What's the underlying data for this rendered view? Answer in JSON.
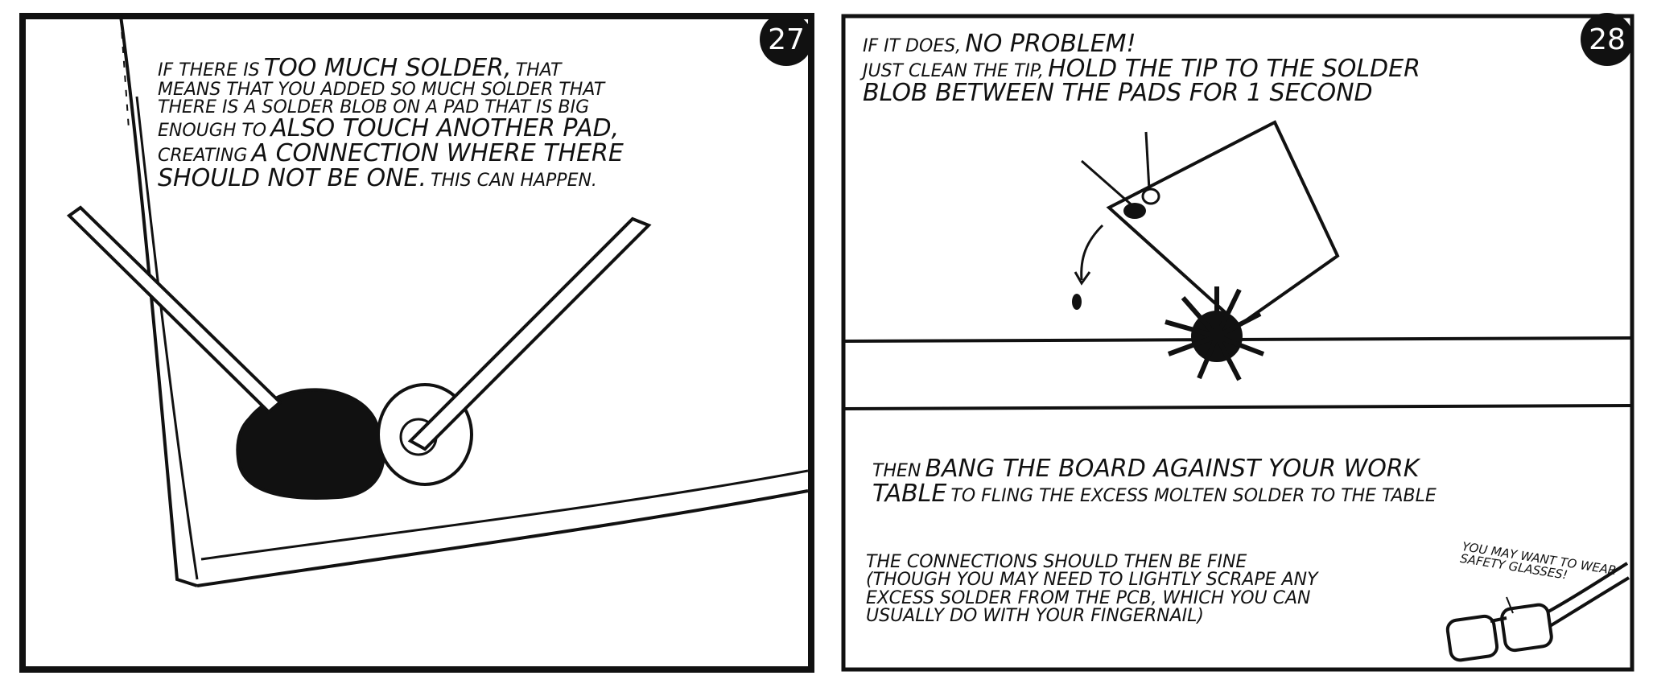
{
  "panels": [
    {
      "number": "27",
      "caption": {
        "l1_small": "If there is",
        "l1_big": "too much solder,",
        "l1_small2": "that",
        "l2": "means that you added so much solder that",
        "l3": "there is a solder blob on a pad that is big",
        "l4_small": "enough to",
        "l4_big": "also touch another pad,",
        "l5_small": "creating",
        "l5_big": "a connection where there",
        "l6_big": "should not be one.",
        "l6_small": "This can happen."
      }
    },
    {
      "number": "28",
      "caption_top": {
        "l1_small": "If it does,",
        "l1_big": "no problem!",
        "l2_small": "Just clean the tip,",
        "l2_big": "hold the tip to the solder",
        "l3_big": "blob between the pads for 1 second"
      },
      "caption_mid": {
        "l1_small": "then",
        "l1_big": "bang the board against your work",
        "l2_big": "table",
        "l2_small": "to fling the excess molten solder to the table"
      },
      "caption_bottom": {
        "l1": "The connections should then be fine",
        "l2": "(though you may need to lightly scrape any",
        "l3": "excess solder from the PCB, which you can",
        "l4": "usually do with your fingernail)"
      },
      "note": {
        "l1": "You may want",
        "l2": "to wear safety",
        "l3": "glasses!"
      }
    }
  ]
}
